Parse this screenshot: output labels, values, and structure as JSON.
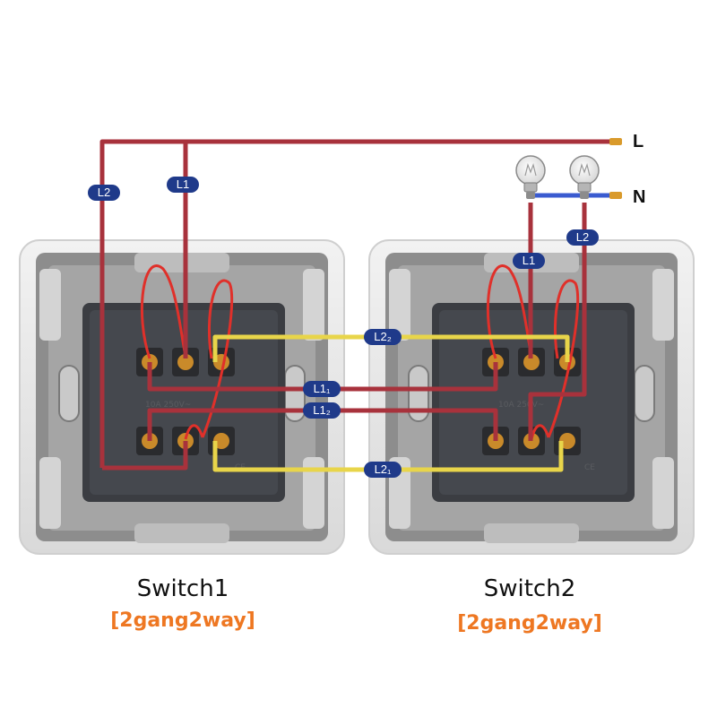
{
  "supply": {
    "line": "L",
    "neutral": "N"
  },
  "wire_labels": {
    "l1_left": "L1",
    "l2_left": "L2",
    "l1_right": "L1",
    "l2_right": "L2",
    "l22": "L2₂",
    "l11": "L1₁",
    "l12": "L1₂",
    "l21": "L2₁"
  },
  "switches": [
    {
      "name": "Switch1",
      "type": "[2gang2way]"
    },
    {
      "name": "Switch2",
      "type": "[2gang2way]"
    }
  ],
  "colors": {
    "line_wire": "#a8323c",
    "traveler_wire": "#e8d54a",
    "neutral_wire": "#3a5bd0",
    "label_badge": "#1f3a8a",
    "subtitle": "#ee7722"
  }
}
